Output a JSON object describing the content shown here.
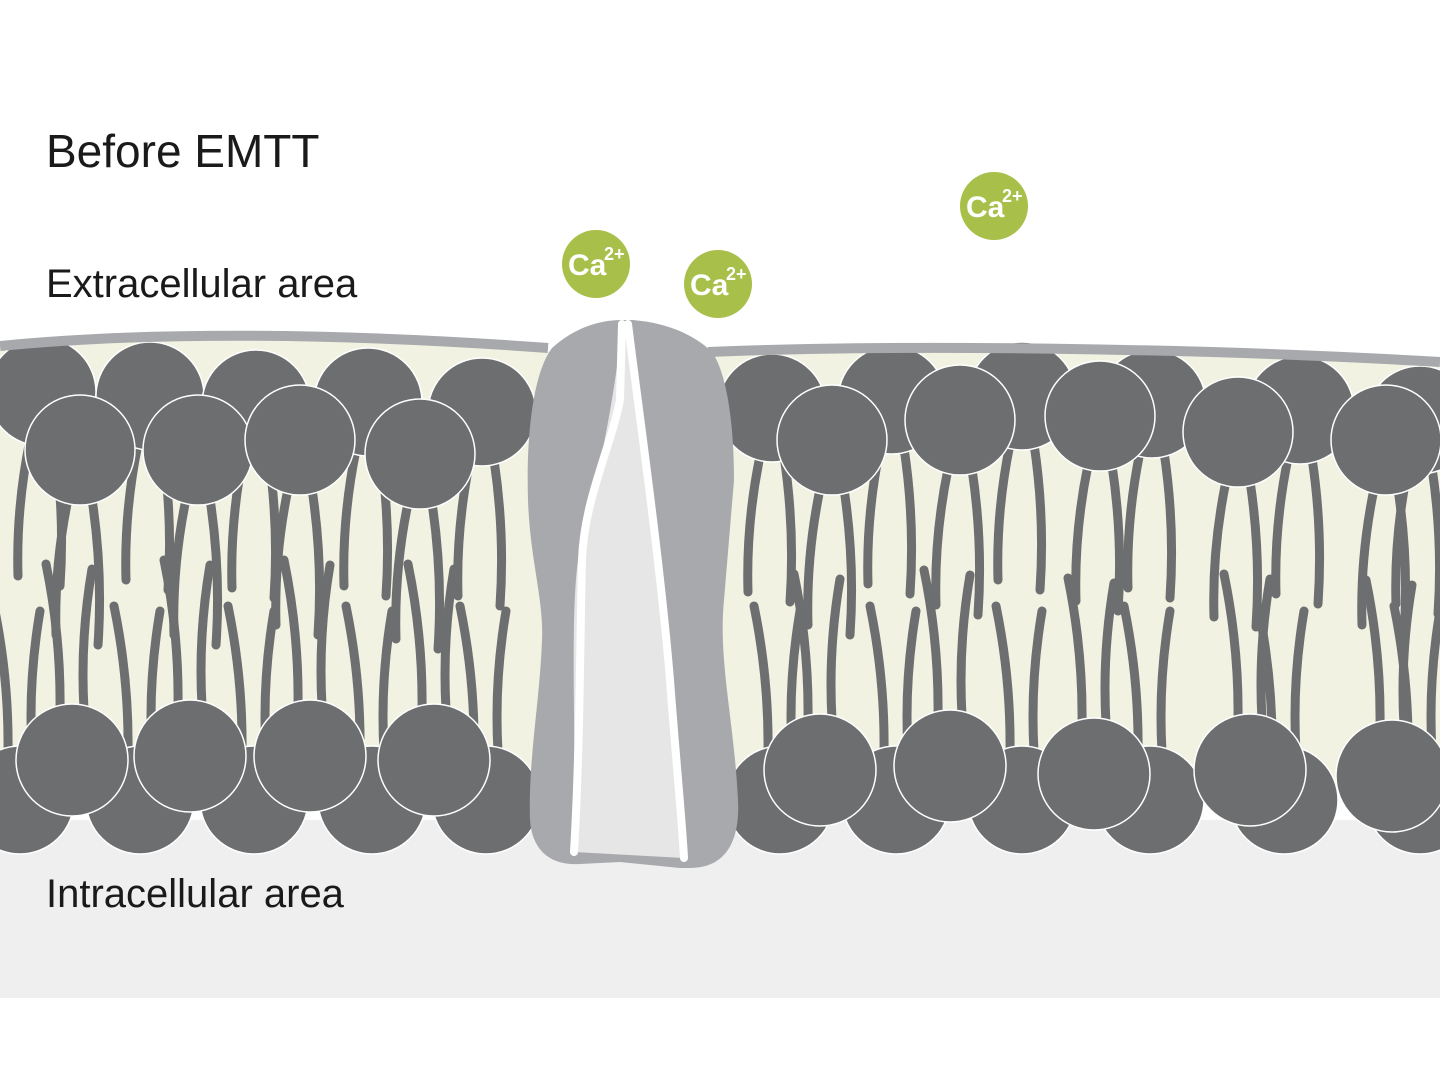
{
  "title": "Before EMTT",
  "regions": {
    "extracellular": "Extracellular area",
    "intracellular": "Intracellular area"
  },
  "ions": [
    {
      "base": "Ca",
      "charge": "2+"
    },
    {
      "base": "Ca",
      "charge": "2+"
    },
    {
      "base": "Ca",
      "charge": "2+"
    }
  ],
  "colors": {
    "background": "#ffffff",
    "intracellular": "#efefef",
    "membrane_interior": "#f1f2e2",
    "lipid_head": "#6d6e70",
    "surface_line": "#a7a9ac",
    "channel": "#a7a9ac",
    "channel_pore": "#e6e6e6",
    "ion": "#a8bf4a",
    "text": "#1a1a1a"
  }
}
